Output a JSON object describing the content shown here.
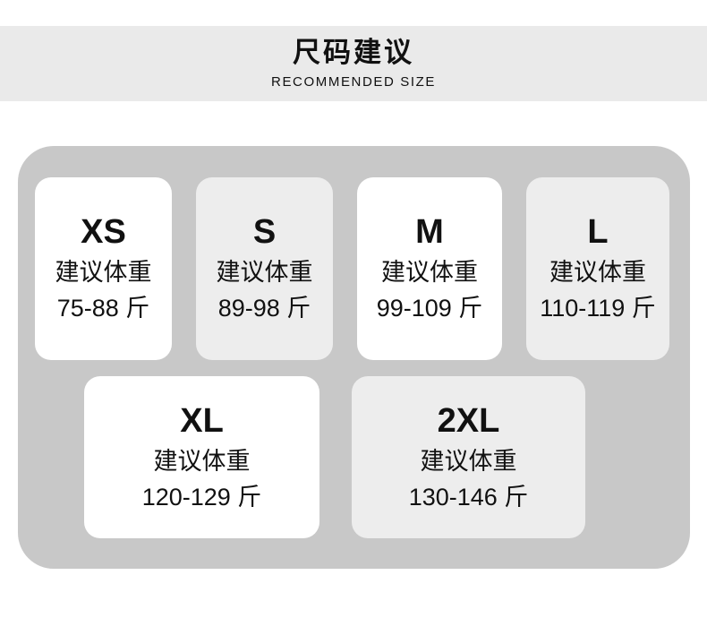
{
  "header": {
    "title": "尺码建议",
    "subtitle": "RECOMMENDED SIZE"
  },
  "sizes": [
    {
      "size": "XS",
      "weight_label": "建议体重",
      "weight_range": "75-88 斤"
    },
    {
      "size": "S",
      "weight_label": "建议体重",
      "weight_range": "89-98 斤"
    },
    {
      "size": "M",
      "weight_label": "建议体重",
      "weight_range": "99-109 斤"
    },
    {
      "size": "L",
      "weight_label": "建议体重",
      "weight_range": "110-119 斤"
    },
    {
      "size": "XL",
      "weight_label": "建议体重",
      "weight_range": "120-129 斤"
    },
    {
      "size": "2XL",
      "weight_label": "建议体重",
      "weight_range": "130-146 斤"
    }
  ],
  "colors": {
    "band_bg": "#eaeaea",
    "panel_bg": "#c8c8c8",
    "card_white": "#ffffff",
    "card_light": "#ededed",
    "text": "#111111"
  }
}
